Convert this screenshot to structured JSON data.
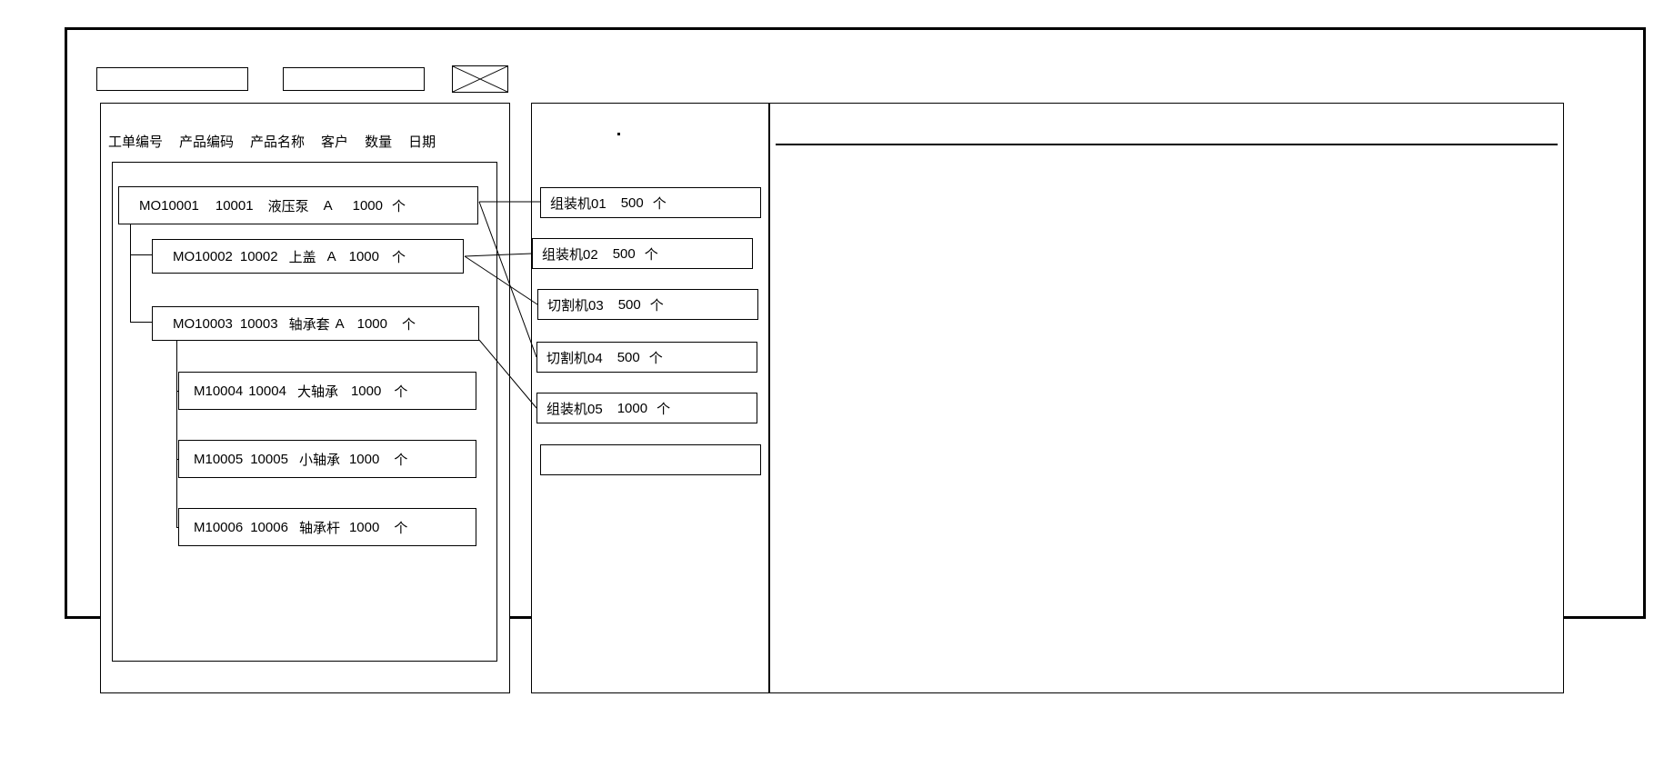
{
  "window": {
    "title": ""
  },
  "toolbar": {
    "field_1_value": "",
    "field_1_placeholder": "",
    "field_2_value": "",
    "field_2_placeholder": "",
    "close_icon": "close-x-icon"
  },
  "left_panel": {
    "name": "work-order-panel",
    "columns": [
      {
        "label": "工单编号"
      },
      {
        "label": "产品编码"
      },
      {
        "label": "产品名称"
      },
      {
        "label": "客户"
      },
      {
        "label": "数量"
      },
      {
        "label": "日期"
      }
    ],
    "rows": [
      {
        "order_no": "MO10001",
        "product_code": "10001",
        "product_name": "液压泵",
        "customer": "A",
        "quantity": "1000",
        "unit": "个",
        "level": 0
      },
      {
        "order_no": "MO10002",
        "product_code": "10002",
        "product_name": "上盖",
        "customer": "A",
        "quantity": "1000",
        "unit": "个",
        "level": 1
      },
      {
        "order_no": "MO10003",
        "product_code": "10003",
        "product_name": "轴承套",
        "customer": "A",
        "quantity": "1000",
        "unit": "个",
        "level": 1
      },
      {
        "order_no": "M10004",
        "product_code": "10004",
        "product_name": "大轴承",
        "customer": "",
        "quantity": "1000",
        "unit": "个",
        "level": 2
      },
      {
        "order_no": "M10005",
        "product_code": "10005",
        "product_name": "小轴承",
        "customer": "",
        "quantity": "1000",
        "unit": "个",
        "level": 2
      },
      {
        "order_no": "M10006",
        "product_code": "10006",
        "product_name": "轴承杆",
        "customer": "",
        "quantity": "1000",
        "unit": "个",
        "level": 2
      }
    ]
  },
  "middle_panel": {
    "name": "machine-allocation-panel",
    "machines": [
      {
        "name": "组装机01",
        "quantity": "500",
        "unit": "个"
      },
      {
        "name": "组装机02",
        "quantity": "500",
        "unit": "个"
      },
      {
        "name": "切割机03",
        "quantity": "500",
        "unit": "个"
      },
      {
        "name": "切割机04",
        "quantity": "500",
        "unit": "个"
      },
      {
        "name": "组装机05",
        "quantity": "1000",
        "unit": "个"
      },
      {
        "name": "",
        "quantity": "",
        "unit": ""
      }
    ]
  },
  "right_panel": {
    "name": "detail-panel",
    "header_text": "",
    "body_text": ""
  },
  "colors": {
    "stroke": "#000000",
    "background": "#ffffff"
  }
}
